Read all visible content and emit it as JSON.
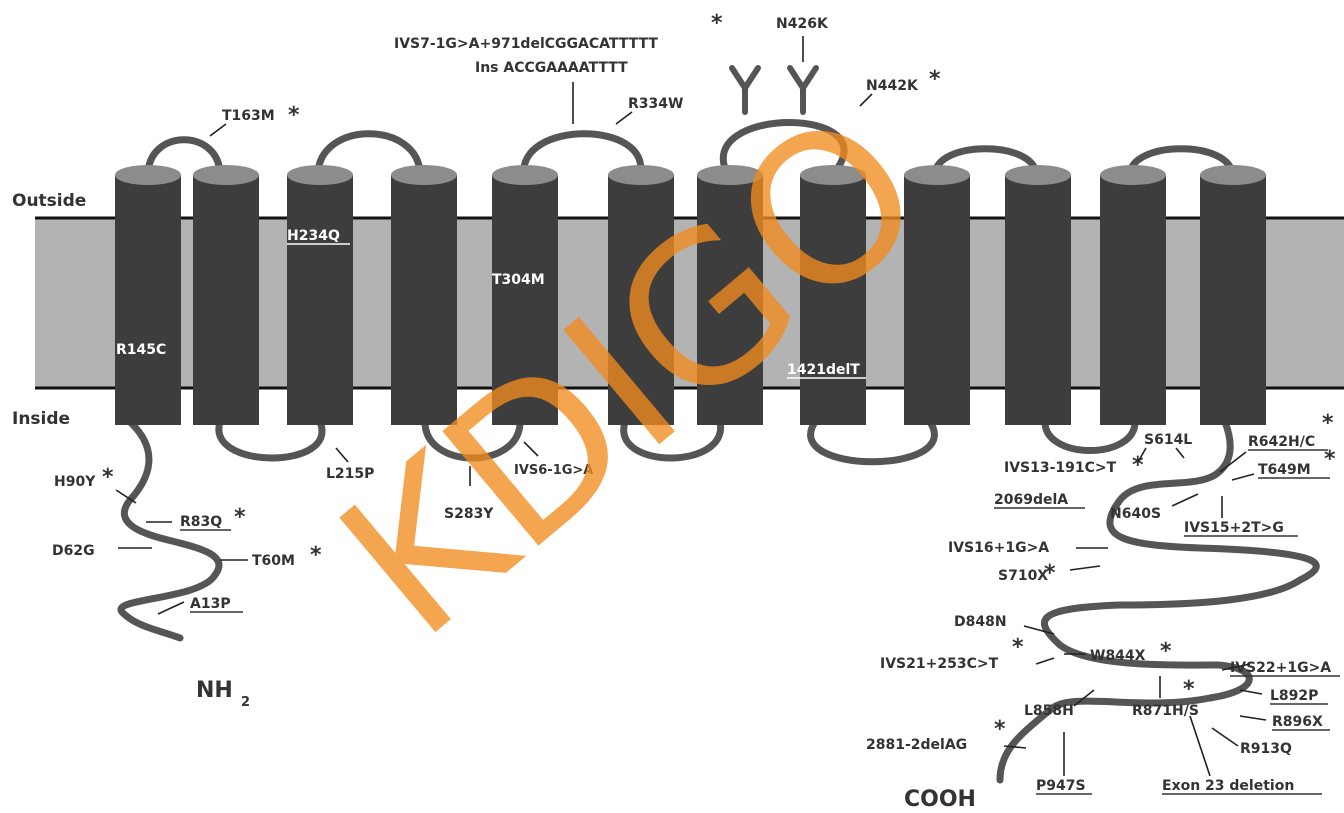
{
  "membrane": {
    "outside_label": "Outside",
    "inside_label": "Inside"
  },
  "termini": {
    "n_terminus": "NH",
    "n_terminus_sub": "2",
    "c_terminus": "COOH"
  },
  "mutations": {
    "r145c": "R145C",
    "h234q": "H234Q",
    "t304m": "T304M",
    "del1421": "1421delT",
    "t163m": "T163M",
    "ivs7_line1": "IVS7-1G>A+971delCGGACATTTTT",
    "ivs7_line2": "Ins ACCGAAAATTTT",
    "r334w": "R334W",
    "n426k": "N426K",
    "n442k": "N442K",
    "l215p": "L215P",
    "s283y": "S283Y",
    "ivs6": "IVS6-1G>A",
    "h90y": "H90Y",
    "r83q": "R83Q",
    "d62g": "D62G",
    "t60m": "T60M",
    "a13p": "A13P",
    "s614l": "S614L",
    "r642hc": "R642H/C",
    "ivs13": "IVS13-191C>T",
    "t649m": "T649M",
    "del2069": "2069delA",
    "n640s": "N640S",
    "ivs15": "IVS15+2T>G",
    "ivs16": "IVS16+1G>A",
    "s710x": "S710X",
    "d848n": "D848N",
    "w844x": "W844X",
    "ivs21": "IVS21+253C>T",
    "ivs22": "IVS22+1G>A",
    "l892p": "L892P",
    "l858h": "L858H",
    "r871hs": "R871H/S",
    "r896x": "R896X",
    "r913q": "R913Q",
    "del2881": "2881-2delAG",
    "p947s": "P947S",
    "exon23": "Exon 23 deletion"
  },
  "marker": "*",
  "watermark": "KDIGO",
  "colors": {
    "helix": "#3d3d3d",
    "helix_cap": "#8c8c8c",
    "membrane": "#b3b3b3",
    "watermark": "#f28c1e"
  }
}
